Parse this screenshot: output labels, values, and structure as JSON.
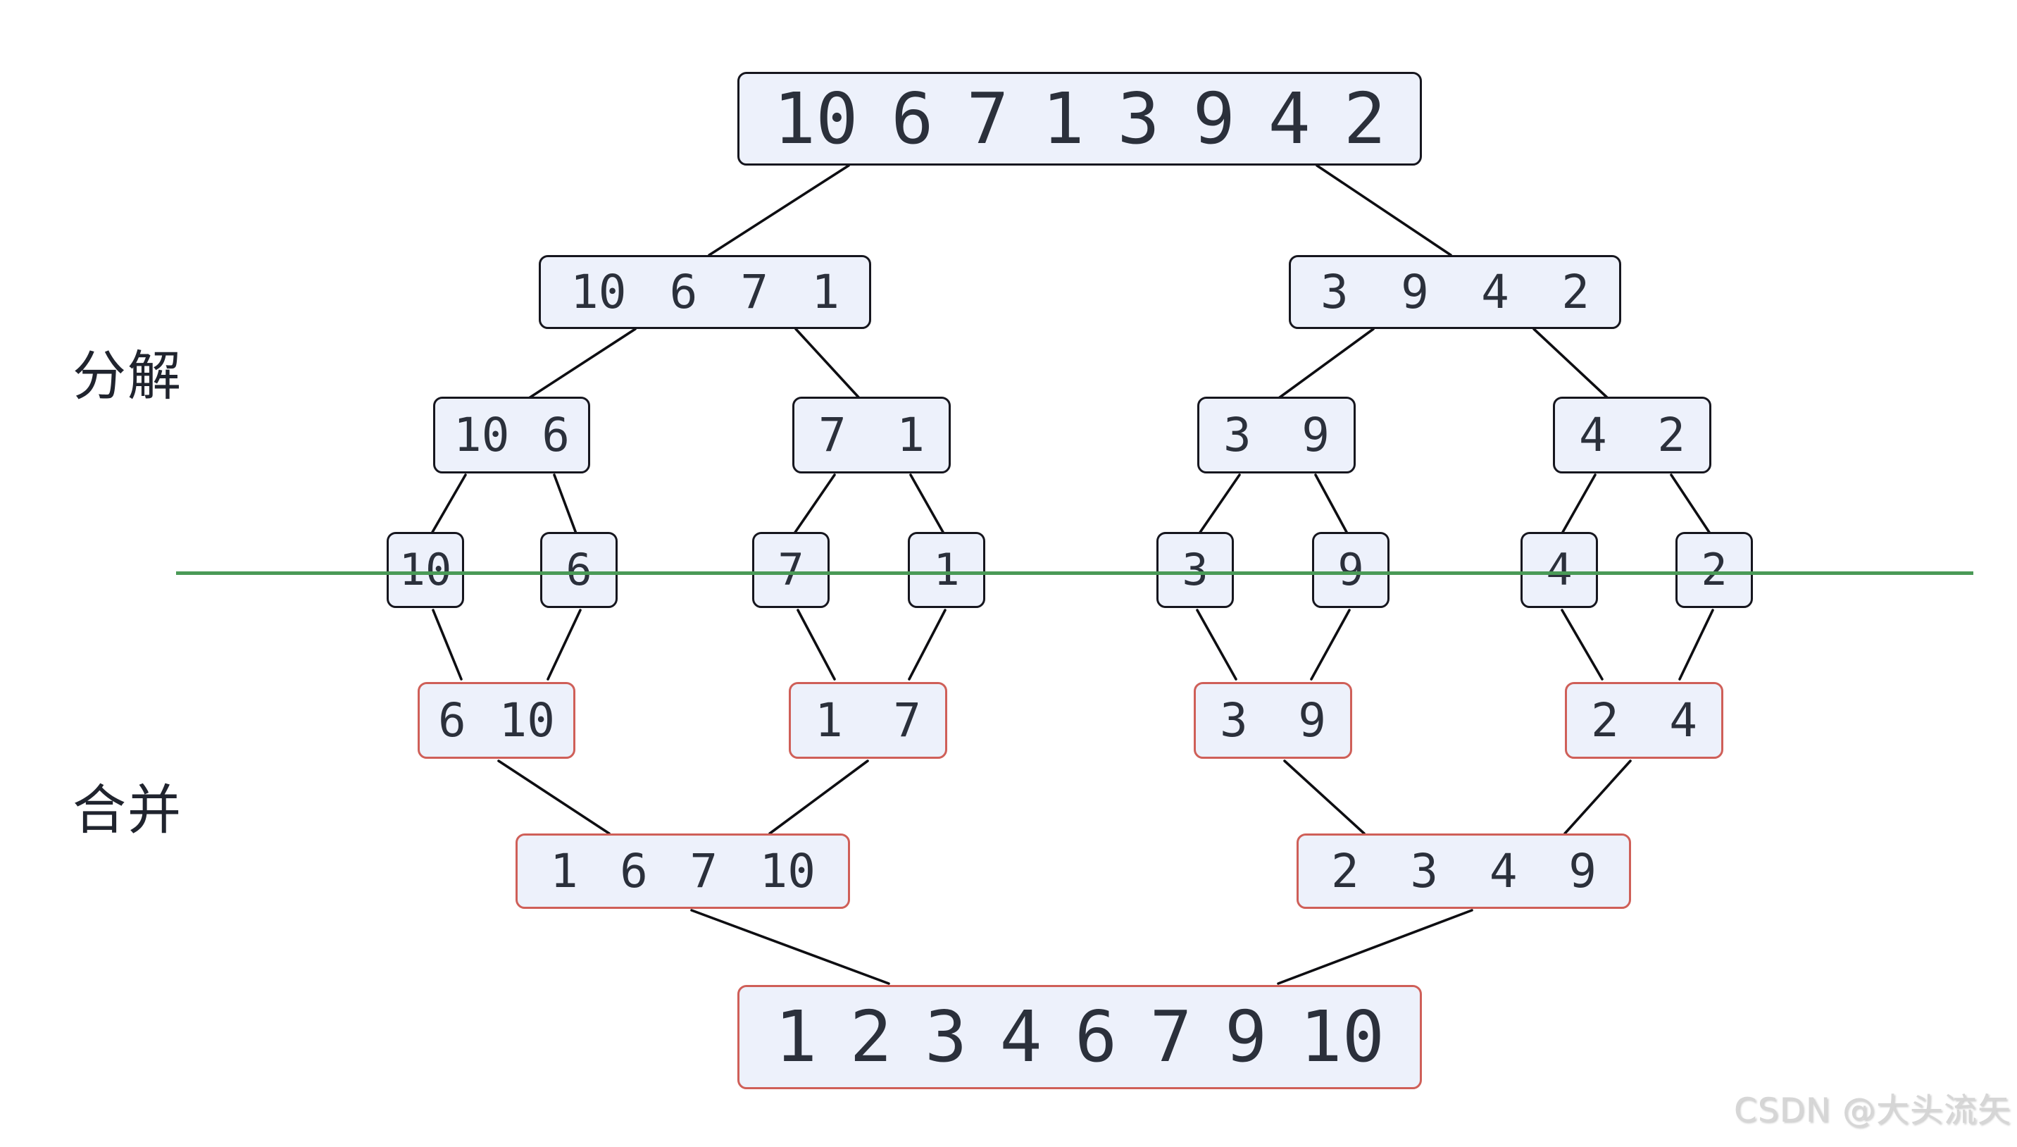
{
  "labels": {
    "decompose": "分解",
    "merge": "合并"
  },
  "watermark": "CSDN @大头流矢",
  "colors": {
    "box_fill": "#edf1fb",
    "split_border": "#16161e",
    "merge_border": "#cf5f58",
    "divider_green": "#4a9a57",
    "text": "#2b303b",
    "watermark": "#d6d6d6"
  },
  "split": {
    "level1": {
      "values": [
        10,
        6,
        7,
        1,
        3,
        9,
        4,
        2
      ]
    },
    "level2": [
      {
        "values": [
          10,
          6,
          7,
          1
        ]
      },
      {
        "values": [
          3,
          9,
          4,
          2
        ]
      }
    ],
    "level3": [
      {
        "values": [
          10,
          6
        ]
      },
      {
        "values": [
          7,
          1
        ]
      },
      {
        "values": [
          3,
          9
        ]
      },
      {
        "values": [
          4,
          2
        ]
      }
    ],
    "singles": [
      "10",
      "6",
      "7",
      "1",
      "3",
      "9",
      "4",
      "2"
    ]
  },
  "merge": {
    "level1": [
      {
        "values": [
          6,
          10
        ]
      },
      {
        "values": [
          1,
          7
        ]
      },
      {
        "values": [
          3,
          9
        ]
      },
      {
        "values": [
          2,
          4
        ]
      }
    ],
    "level2": [
      {
        "values": [
          1,
          6,
          7,
          10
        ]
      },
      {
        "values": [
          2,
          3,
          4,
          9
        ]
      }
    ],
    "level3": {
      "values": [
        1,
        2,
        3,
        4,
        6,
        7,
        9,
        10
      ]
    }
  }
}
